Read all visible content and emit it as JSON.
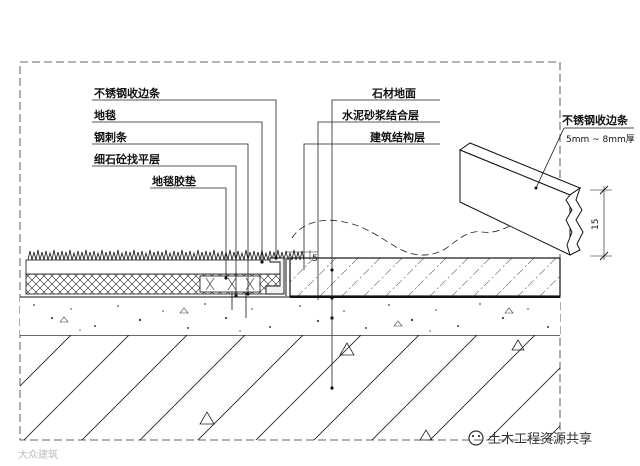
{
  "labels_left": {
    "stainless_strip": "不锈钢收边条",
    "carpet": "地毯",
    "nail_strip": "钢刺条",
    "screed_layer": "细石砼找平层",
    "carpet_underlay": "地毯胶垫"
  },
  "labels_right": {
    "stone_floor": "石材地面",
    "mortar_bond_layer": "水泥砂浆结合层",
    "structure_layer": "建筑结构层"
  },
  "detail": {
    "strip_label": "不锈钢收边条",
    "thickness_label": "5mm ~ 8mm厚",
    "height_dim": "15"
  },
  "section_dim": "5",
  "watermark": {
    "right_text": "土木工程资源共享",
    "left_text": "大众建筑"
  }
}
